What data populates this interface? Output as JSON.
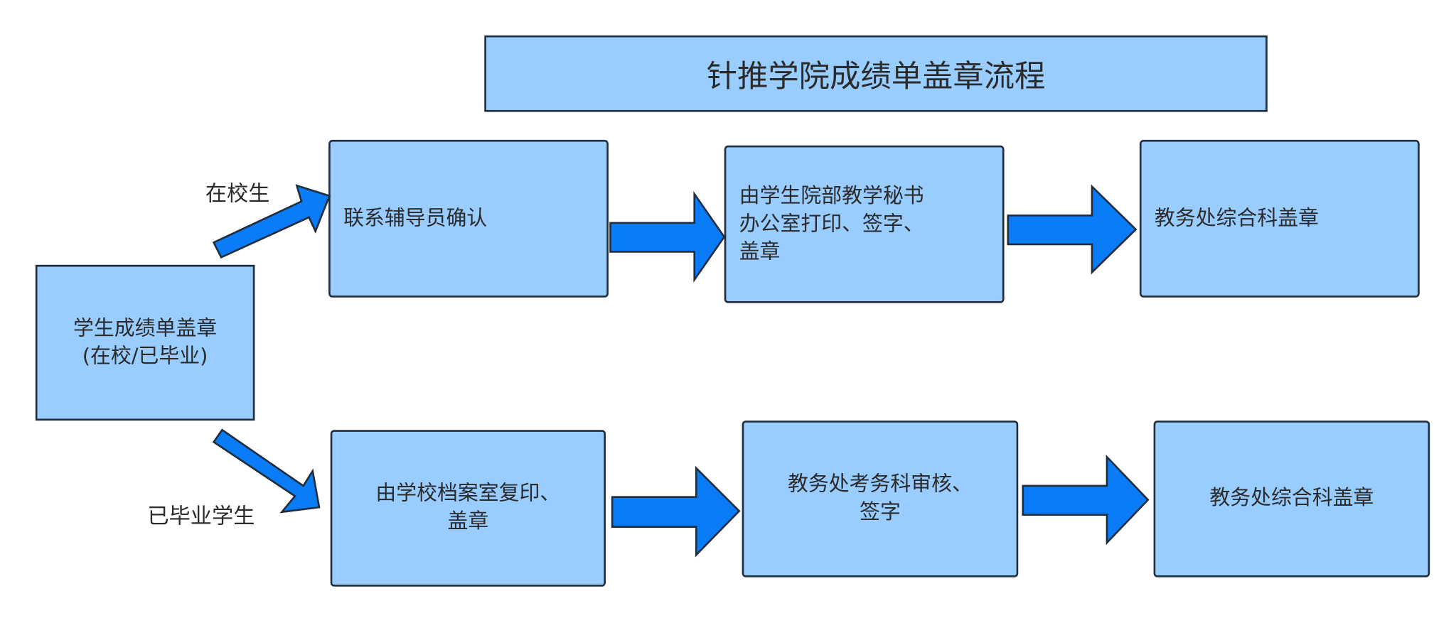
{
  "title": "针推学院成绩单盖章流程",
  "start": {
    "line1": "学生成绩单盖章",
    "line2": "(在校/已毕业)"
  },
  "branches": {
    "current": "在校生",
    "graduated": "已毕业学生"
  },
  "top_row": [
    {
      "lines": [
        "联系辅导员确认"
      ]
    },
    {
      "lines": [
        "由学生院部教学秘书",
        "办公室打印、签字、",
        "盖章"
      ]
    },
    {
      "lines": [
        "教务处综合科盖章"
      ]
    }
  ],
  "bottom_row": [
    {
      "lines": [
        "由学校档案室复印、",
        "盖章"
      ]
    },
    {
      "lines": [
        "教务处考务科审核、",
        "签字"
      ]
    },
    {
      "lines": [
        "教务处综合科盖章"
      ]
    }
  ],
  "colors": {
    "box_fill": "#99ccff",
    "arrow_fill": "#0a7cf7",
    "border": "#1f2d3d"
  }
}
